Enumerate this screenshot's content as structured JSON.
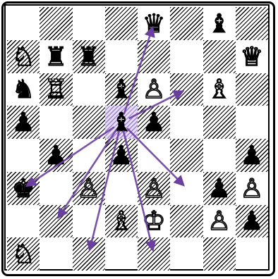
{
  "board": {
    "rows": [
      [
        "",
        "",
        "",
        "",
        "bq",
        "",
        "bb",
        ""
      ],
      [
        "wn",
        "br",
        "br",
        "",
        "",
        "",
        "",
        "wq"
      ],
      [
        "bn",
        "wr",
        "",
        "bb",
        "wp",
        "",
        "wb",
        ""
      ],
      [
        "bp",
        "",
        "",
        "bb",
        "bp",
        "",
        "",
        ""
      ],
      [
        "",
        "bp",
        "",
        "bp",
        "",
        "",
        "",
        "bp"
      ],
      [
        "bk",
        "",
        "wp",
        "",
        "wp",
        "",
        "bp",
        "wp"
      ],
      [
        "",
        "",
        "",
        "wb",
        "wk",
        "",
        "wp",
        "bp"
      ],
      [
        "wn",
        "",
        "",
        "",
        "",
        "",
        "",
        ""
      ]
    ],
    "highlight_square": "d5",
    "arrows_from": "d5",
    "arrows_to": [
      "e8",
      "f6",
      "a3",
      "b2",
      "c1",
      "e1",
      "f3"
    ],
    "arrow_color": "#6b3fa0"
  },
  "glyphs": {
    "wk": "♔",
    "wq": "♕",
    "wr": "♖",
    "wb": "♗",
    "wn": "♘",
    "wp": "♙",
    "bk": "♚",
    "bq": "♛",
    "br": "♜",
    "bb": "♝",
    "bn": "♞",
    "bp": "♟"
  }
}
